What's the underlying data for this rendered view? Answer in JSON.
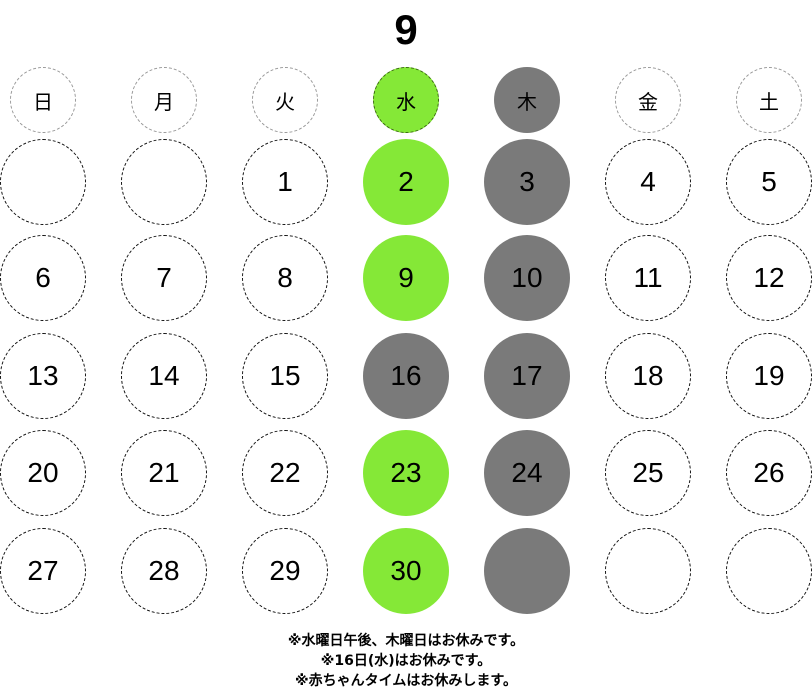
{
  "title": "9",
  "colors": {
    "wednesday": "#85e837",
    "thursday": "#7a7a7a",
    "normal": "#ffffff"
  },
  "weekdays": [
    {
      "label": "日",
      "type": "normal"
    },
    {
      "label": "月",
      "type": "normal"
    },
    {
      "label": "火",
      "type": "normal"
    },
    {
      "label": "水",
      "type": "wednesday"
    },
    {
      "label": "木",
      "type": "thursday"
    },
    {
      "label": "金",
      "type": "normal"
    },
    {
      "label": "土",
      "type": "normal"
    }
  ],
  "weeks": [
    [
      {
        "n": "",
        "t": "normal"
      },
      {
        "n": "",
        "t": "normal"
      },
      {
        "n": "1",
        "t": "normal"
      },
      {
        "n": "2",
        "t": "wednesday"
      },
      {
        "n": "3",
        "t": "thursday"
      },
      {
        "n": "4",
        "t": "normal"
      },
      {
        "n": "5",
        "t": "normal"
      }
    ],
    [
      {
        "n": "6",
        "t": "normal"
      },
      {
        "n": "7",
        "t": "normal"
      },
      {
        "n": "8",
        "t": "normal"
      },
      {
        "n": "9",
        "t": "wednesday"
      },
      {
        "n": "10",
        "t": "thursday"
      },
      {
        "n": "11",
        "t": "normal"
      },
      {
        "n": "12",
        "t": "normal"
      }
    ],
    [
      {
        "n": "13",
        "t": "normal"
      },
      {
        "n": "14",
        "t": "normal"
      },
      {
        "n": "15",
        "t": "normal"
      },
      {
        "n": "16",
        "t": "thursday"
      },
      {
        "n": "17",
        "t": "thursday"
      },
      {
        "n": "18",
        "t": "normal"
      },
      {
        "n": "19",
        "t": "normal"
      }
    ],
    [
      {
        "n": "20",
        "t": "normal"
      },
      {
        "n": "21",
        "t": "normal"
      },
      {
        "n": "22",
        "t": "normal"
      },
      {
        "n": "23",
        "t": "wednesday"
      },
      {
        "n": "24",
        "t": "thursday"
      },
      {
        "n": "25",
        "t": "normal"
      },
      {
        "n": "26",
        "t": "normal"
      }
    ],
    [
      {
        "n": "27",
        "t": "normal"
      },
      {
        "n": "28",
        "t": "normal"
      },
      {
        "n": "29",
        "t": "normal"
      },
      {
        "n": "30",
        "t": "wednesday"
      },
      {
        "n": "",
        "t": "thursday"
      },
      {
        "n": "",
        "t": "normal"
      },
      {
        "n": "",
        "t": "normal"
      }
    ]
  ],
  "notes": [
    "※水曜日午後、木曜日はお休みです。",
    "※16日(水)はお休みです。",
    "※赤ちゃんタイムはお休みします。"
  ]
}
